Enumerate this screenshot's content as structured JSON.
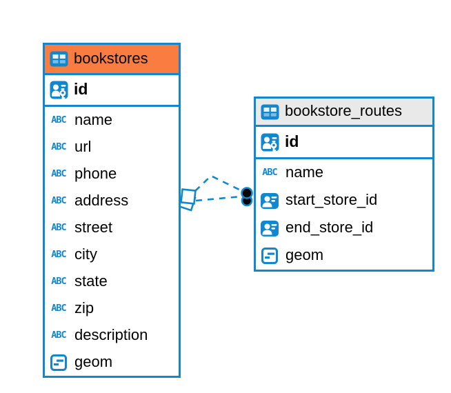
{
  "colors": {
    "accent-blue": "#1287CE",
    "header-orange": "#F97C41",
    "header-gray": "#E9E9E9",
    "text": "#000000",
    "canvas-bg": "#FFFFFF",
    "marker-black": "#000000"
  },
  "icons": {
    "text_type_label": "ABC",
    "table_icon": "table-grid-icon",
    "primary_key_icon": "person-key-icon",
    "reference_icon": "person-card-icon",
    "geometry_icon": "geometry-box-icon"
  },
  "tables": {
    "bookstores": {
      "title": "bookstores",
      "header_color": "#F97C41",
      "primary_key": {
        "name": "id",
        "icon": "person-key-icon"
      },
      "columns": [
        {
          "name": "name",
          "icon": "text-abc-icon"
        },
        {
          "name": "url",
          "icon": "text-abc-icon"
        },
        {
          "name": "phone",
          "icon": "text-abc-icon"
        },
        {
          "name": "address",
          "icon": "text-abc-icon"
        },
        {
          "name": "street",
          "icon": "text-abc-icon"
        },
        {
          "name": "city",
          "icon": "text-abc-icon"
        },
        {
          "name": "state",
          "icon": "text-abc-icon"
        },
        {
          "name": "zip",
          "icon": "text-abc-icon"
        },
        {
          "name": "description",
          "icon": "text-abc-icon"
        },
        {
          "name": "geom",
          "icon": "geometry-box-icon"
        }
      ]
    },
    "bookstore_routes": {
      "title": "bookstore_routes",
      "header_color": "#E9E9E9",
      "primary_key": {
        "name": "id",
        "icon": "person-key-icon"
      },
      "columns": [
        {
          "name": "name",
          "icon": "text-abc-icon"
        },
        {
          "name": "start_store_id",
          "icon": "person-card-icon"
        },
        {
          "name": "end_store_id",
          "icon": "person-card-icon"
        },
        {
          "name": "geom",
          "icon": "geometry-box-icon"
        }
      ]
    }
  },
  "relations": {
    "count": 2,
    "from_table": "bookstore_routes",
    "to_table": "bookstores",
    "line_style": "dashed"
  }
}
